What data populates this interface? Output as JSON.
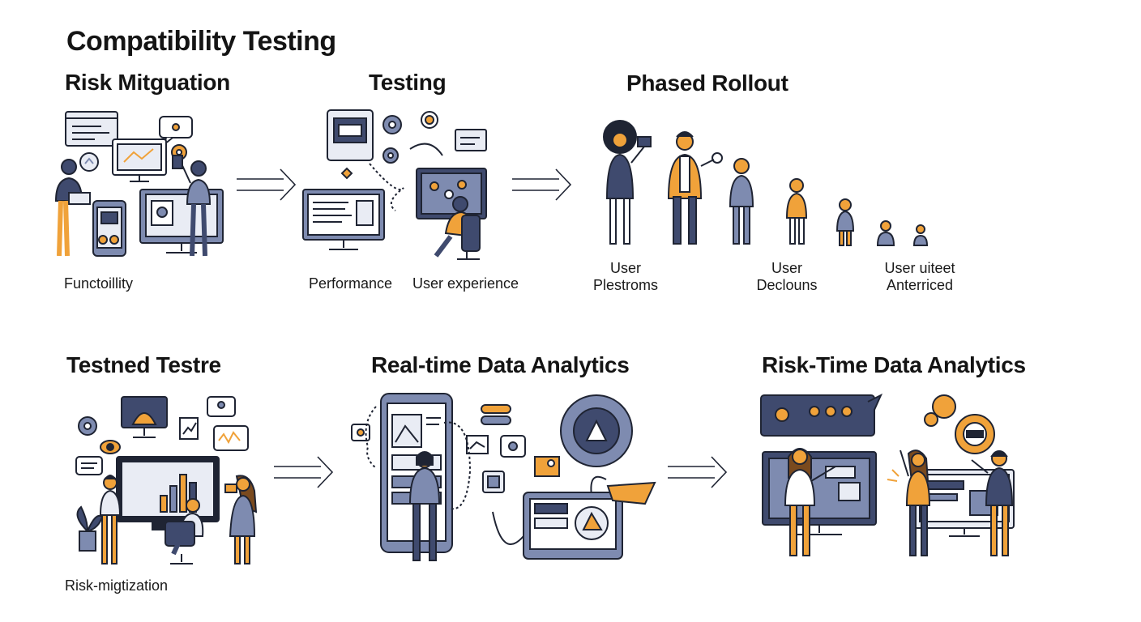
{
  "title": "Compatibility Testing",
  "colors": {
    "navy": "#3f4a6e",
    "orange": "#f0a23a",
    "slate": "#7e8bb0",
    "outline": "#1f2433",
    "pale": "#e9ecf4"
  },
  "row1": {
    "sections": [
      {
        "title": "Risk Mitguation",
        "captions": [
          "Functoillity"
        ]
      },
      {
        "title": "Testing",
        "captions": [
          "Performance",
          "User experience"
        ]
      },
      {
        "title": "Phased Rollout",
        "groups": [
          {
            "line1": "User",
            "line2": "Plestroms"
          },
          {
            "line1": "User",
            "line2": "Declouns"
          },
          {
            "line1": "User uiteet",
            "line2": "Anterriced"
          }
        ]
      }
    ]
  },
  "row2": {
    "sections": [
      {
        "title": "Testned Testre",
        "captions": [
          "Risk-migtization"
        ]
      },
      {
        "title": "Real-time Data Analytics",
        "captions": []
      },
      {
        "title": "Risk-Time Data Analytics",
        "captions": []
      }
    ]
  },
  "icons": [
    "monitor-icon",
    "smartphone-icon",
    "gear-icon",
    "chat-bubble-icon",
    "lightbulb-icon",
    "arrow-right-icon",
    "person-icon"
  ]
}
